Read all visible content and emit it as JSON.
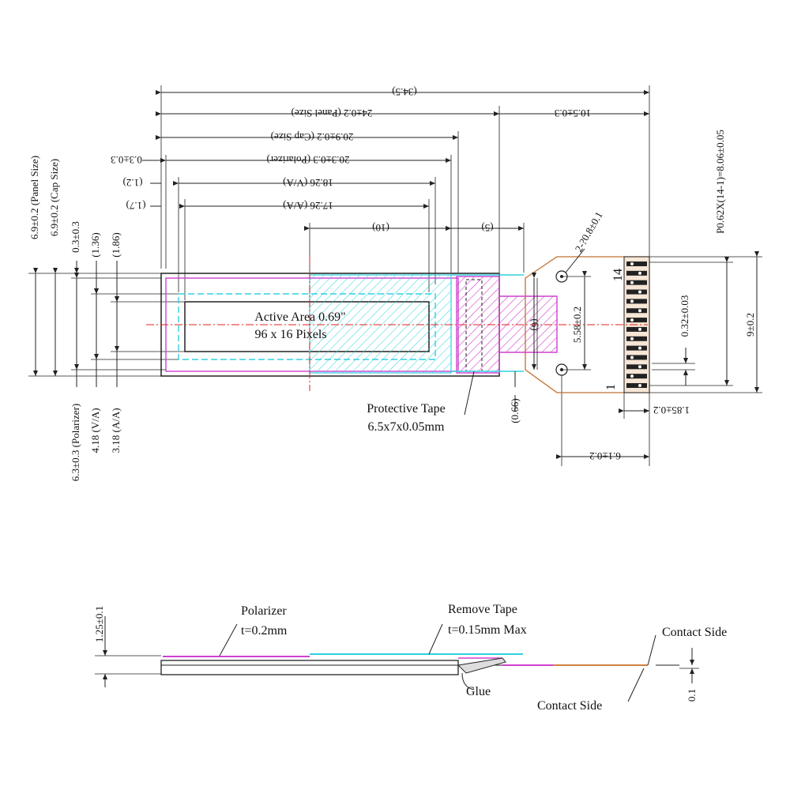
{
  "top_view": {
    "dims_horizontal": {
      "overall": "(34.5)",
      "panel_size": "24±0.2 (Panel Size)",
      "fpc_length": "10.5±0.3",
      "cap_size": "20.9±0.2 (Cap Size)",
      "polarizer": "20.3±0.3 (Polarizer)",
      "pol_offset": "0.3±0.3",
      "va_width": "18.26 (V/A)",
      "va_offset": "(1.2)",
      "aa_width": "17.26 (A/A)",
      "aa_offset": "(1.7)",
      "dim_10": "(10)",
      "dim_5": "(5)",
      "fpc_width": "6.1±0.2",
      "pin_area": "1.85±0.2"
    },
    "dims_vertical": {
      "panel_size": "6.9±0.2 (Panel Size)",
      "cap_size": "6.9±0.2 (Cap Size)",
      "offset": "0.3±0.3",
      "dim_136": "(1.36)",
      "dim_186": "(1.86)",
      "polarizer": "6.3±0.3 (Polarizer)",
      "va_height": "4.18 (V/A)",
      "aa_height": "3.18 (A/A)",
      "dim_066": "(0.66)",
      "dim_6": "(6)",
      "hole_spacing": "5.58±0.2",
      "pin_width": "0.32±0.03",
      "fpc_height": "9±0.2",
      "pitch": "P0.62X(14-1)=8.06±0.05",
      "hole": "2-?0.8±0.1"
    },
    "active_area_title": "Active Area 0.69\"",
    "active_area_pixels": "96 x 16 Pixels",
    "protective_tape_title": "Protective Tape",
    "protective_tape_size": "6.5x7x0.05mm",
    "pin_first": "1",
    "pin_last": "14",
    "pin_count": 14
  },
  "side_view": {
    "thickness": "1.25±0.1",
    "polarizer_title": "Polarizer",
    "polarizer_thickness": "t=0.2mm",
    "remove_tape_title": "Remove Tape",
    "remove_tape_thickness": "t=0.15mm Max",
    "contact_side_top": "Contact Side",
    "contact_side_bottom": "Contact Side",
    "glue": "Glue",
    "fpc_thickness": "0.1"
  },
  "colors": {
    "magenta": "#d040d0",
    "cyan": "#30d0e0",
    "orange": "#d08040",
    "red": "#e02020"
  }
}
